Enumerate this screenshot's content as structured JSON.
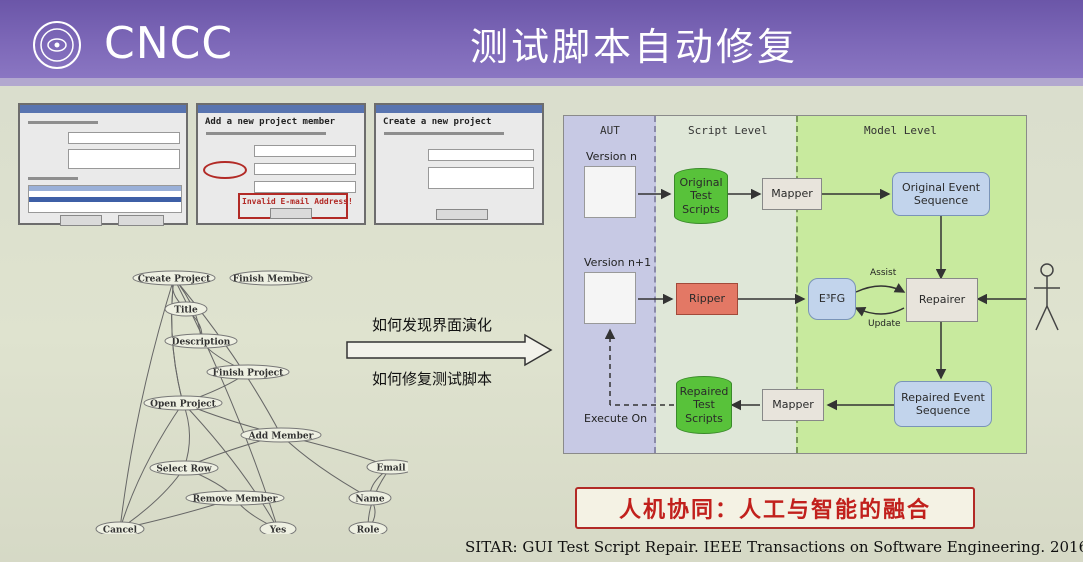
{
  "header": {
    "logo_text": "CNCC",
    "title": "测试脚本自动修复"
  },
  "screenshots": [
    {
      "heading": ""
    },
    {
      "heading": "Add a new project member",
      "error_text": "Invalid E-mail Address!"
    },
    {
      "heading": "Create a new project"
    }
  ],
  "event_graph": {
    "nodes": [
      {
        "id": "create_project",
        "label": "Create Project"
      },
      {
        "id": "finish_member",
        "label": "Finish Member"
      },
      {
        "id": "title",
        "label": "Title"
      },
      {
        "id": "description",
        "label": "Description"
      },
      {
        "id": "finish_project",
        "label": "Finish Project"
      },
      {
        "id": "open_project",
        "label": "Open Project"
      },
      {
        "id": "add_member",
        "label": "Add Member"
      },
      {
        "id": "select_row",
        "label": "Select Row"
      },
      {
        "id": "email",
        "label": "Email"
      },
      {
        "id": "remove_member",
        "label": "Remove Member"
      },
      {
        "id": "name",
        "label": "Name"
      },
      {
        "id": "cancel",
        "label": "Cancel"
      },
      {
        "id": "yes",
        "label": "Yes"
      },
      {
        "id": "role",
        "label": "Role"
      }
    ]
  },
  "notes": {
    "line1": "如何发现界面演化",
    "line2": "如何修复测试脚本"
  },
  "pipeline": {
    "col_aut": "AUT",
    "col_script": "Script Level",
    "col_model": "Model Level",
    "version_n": "Version n",
    "version_n1": "Version n+1",
    "execute_on": "Execute On",
    "original_scripts": "Original\nTest Scripts",
    "repaired_scripts": "Repaired\nTest Scripts",
    "mapper": "Mapper",
    "ripper": "Ripper",
    "efg": "E³FG",
    "original_seq": "Original Event\nSequence",
    "repaired_seq": "Repaired Event\nSequence",
    "repairer": "Repairer",
    "assist": "Assist",
    "update": "Update"
  },
  "tagline": "人机协同：人工与智能的融合",
  "citation": "SITAR: GUI Test Script Repair. IEEE Transactions on Software Engineering. 2016",
  "colors": {
    "header": "#7a66b6",
    "aut_panel": "#c7c9e4",
    "script_panel": "#e1eadc",
    "model_panel": "#c8ea9e",
    "scripts_green": "#58c23a",
    "ripper_red": "#e37865",
    "tagline_red": "#c1201c"
  }
}
